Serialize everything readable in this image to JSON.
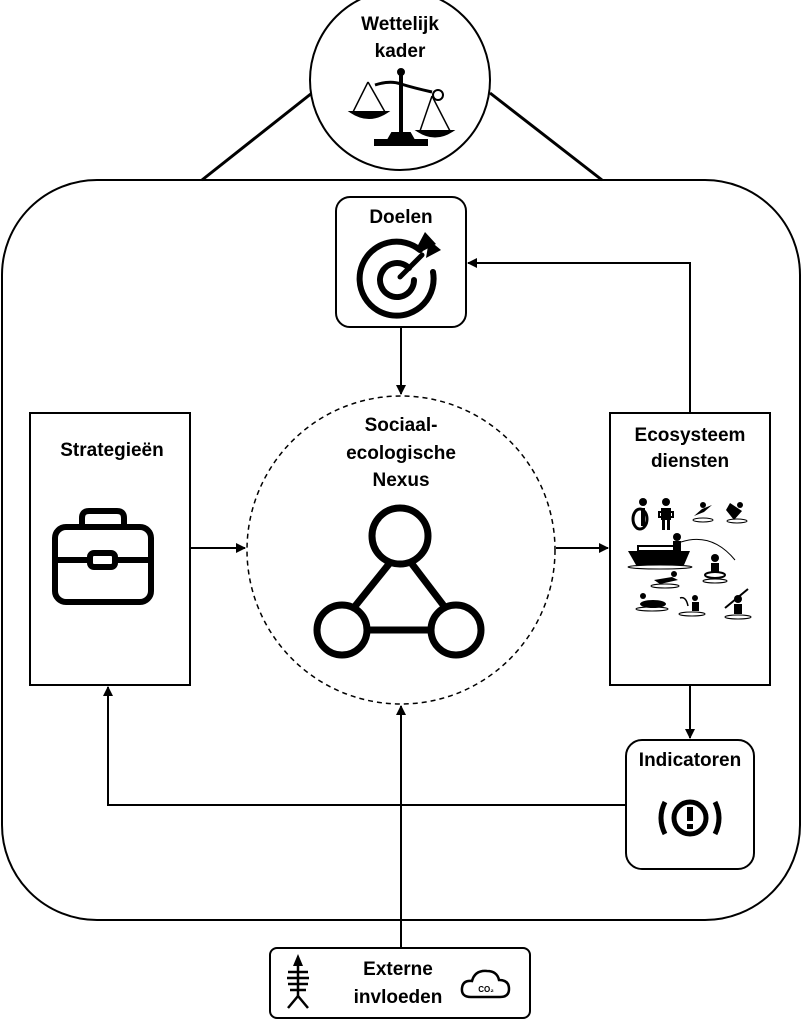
{
  "legal": {
    "line1": "Wettelijk",
    "line2": "kader"
  },
  "goals": {
    "label": "Doelen"
  },
  "strategies": {
    "label": "Strategieën"
  },
  "nexus": {
    "line1": "Sociaal-",
    "line2": "ecologische",
    "line3": "Nexus"
  },
  "ecosystem": {
    "line1": "Ecosysteem",
    "line2": "diensten"
  },
  "indicators": {
    "label": "Indicatoren"
  },
  "external": {
    "line1": "Externe",
    "line2": "invloeden",
    "co2": "CO₂"
  },
  "icons": {
    "legal": "scales-icon",
    "goals": "target-icon",
    "strategies": "briefcase-icon",
    "nexus": "network-triangle-icon",
    "ecosystem": "water-activities-icon",
    "indicators": "warning-icon",
    "external_left": "fish-skeleton-icon",
    "external_right": "co2-cloud-icon"
  },
  "colors": {
    "stroke": "#000000",
    "background": "#ffffff"
  }
}
